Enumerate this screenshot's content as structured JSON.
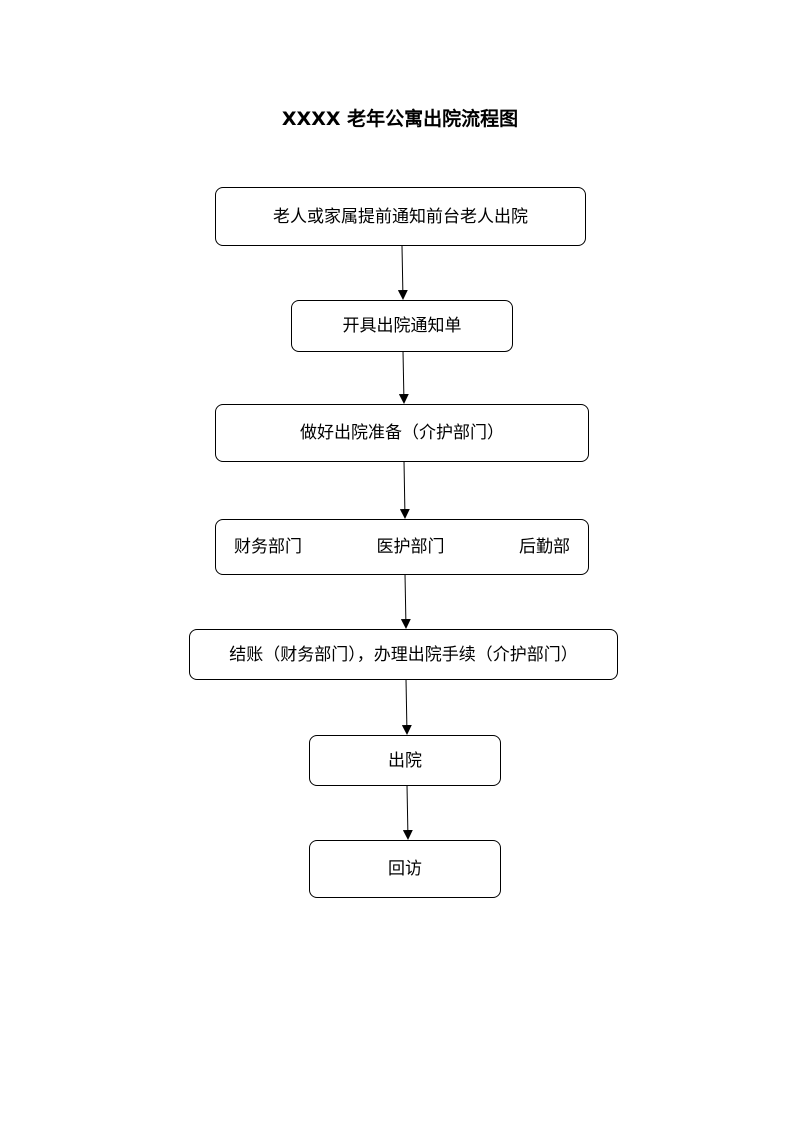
{
  "title": "XXXX 老年公寓出院流程图",
  "steps": {
    "step1": "老人或家属提前通知前台老人出院",
    "step2": "开具出院通知单",
    "step3": "做好出院准备（介护部门）",
    "step4": {
      "dept1": "财务部门",
      "dept2": "医护部门",
      "dept3": "后勤部"
    },
    "step5": "结账（财务部门），办理出院手续（介护部门）",
    "step6": "出院",
    "step7": "回访"
  }
}
